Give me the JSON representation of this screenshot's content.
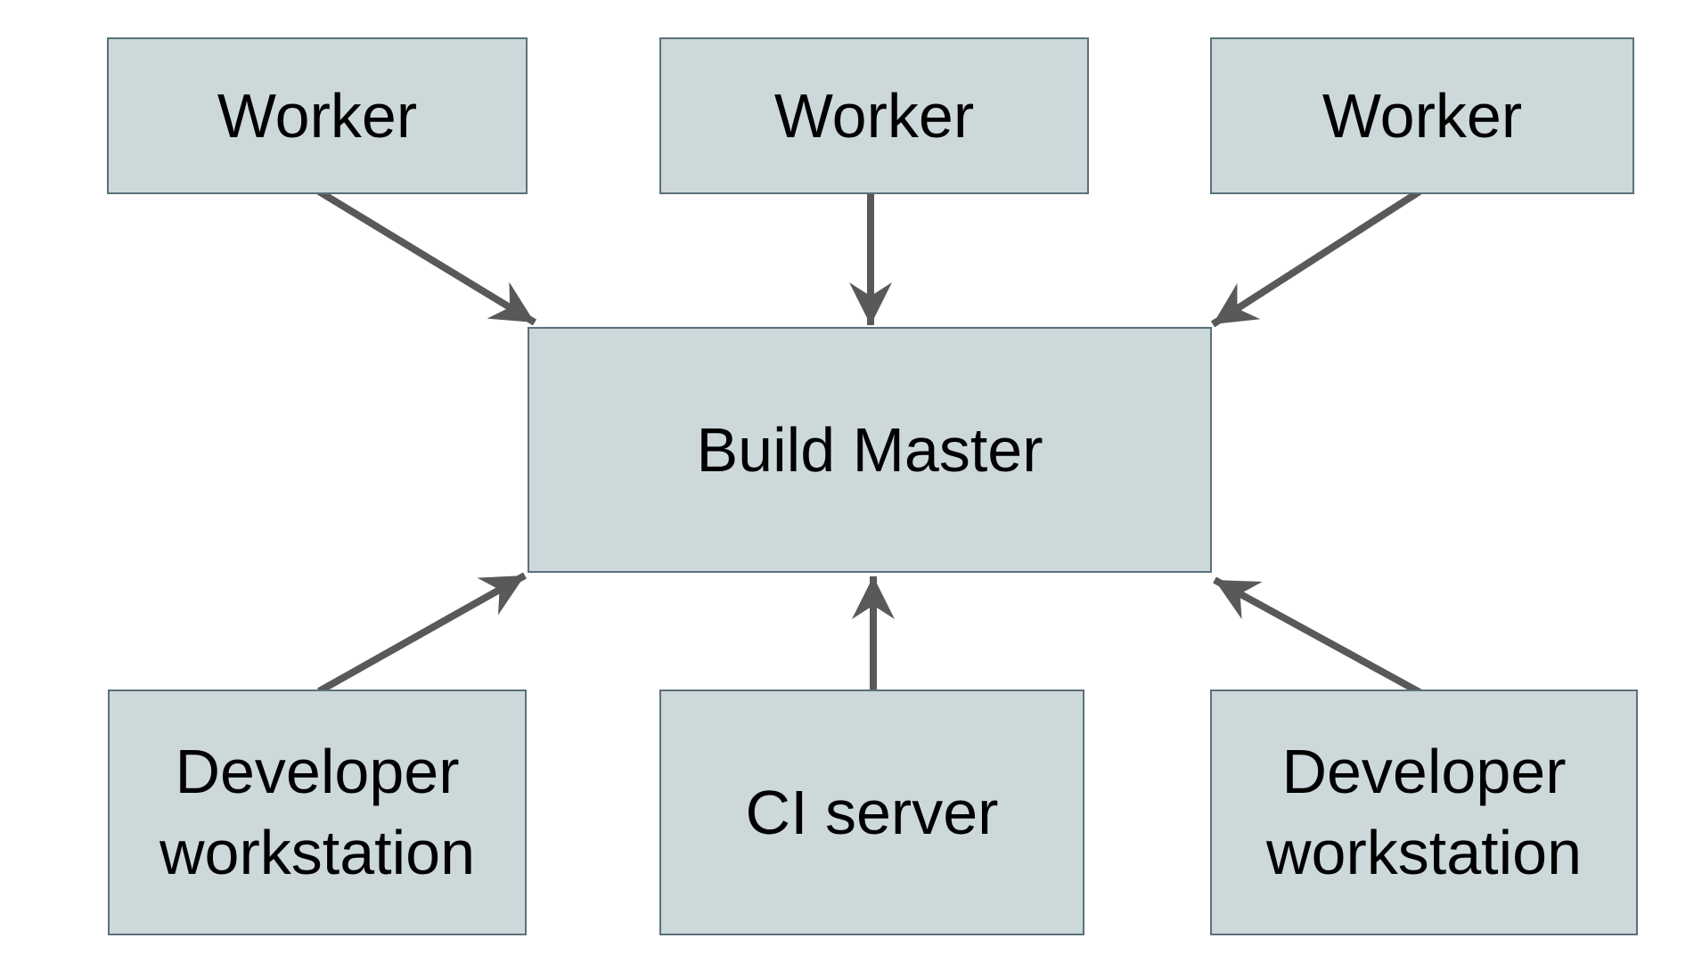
{
  "diagram": {
    "nodes": {
      "worker_top_left": {
        "label": "Worker"
      },
      "worker_top_center": {
        "label": "Worker"
      },
      "worker_top_right": {
        "label": "Worker"
      },
      "build_master": {
        "label": "Build Master"
      },
      "developer_workstation_left": {
        "label": "Developer workstation"
      },
      "ci_server": {
        "label": "CI server"
      },
      "developer_workstation_right": {
        "label": "Developer workstation"
      }
    },
    "edges": [
      {
        "from": "worker_top_left",
        "to": "build_master"
      },
      {
        "from": "worker_top_center",
        "to": "build_master"
      },
      {
        "from": "worker_top_right",
        "to": "build_master"
      },
      {
        "from": "developer_workstation_left",
        "to": "build_master"
      },
      {
        "from": "ci_server",
        "to": "build_master"
      },
      {
        "from": "developer_workstation_right",
        "to": "build_master"
      }
    ],
    "colors": {
      "node_fill": "#cdd8da",
      "node_border": "#5a717c",
      "arrow": "#595959",
      "text": "#000000",
      "background": "#ffffff"
    }
  }
}
